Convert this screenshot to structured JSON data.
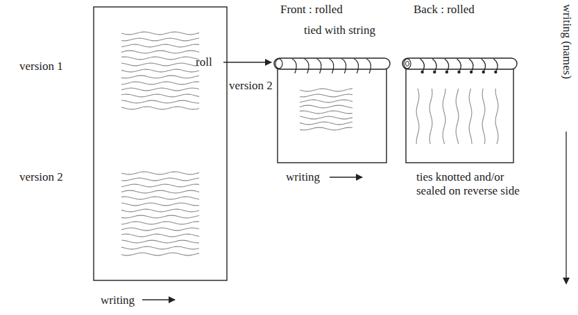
{
  "diagram": {
    "labels": [
      "version 1",
      "version 2",
      "writing",
      "Front : rolled",
      "tied with string",
      "roll",
      "version 2",
      "writing",
      "Back : rolled",
      "ties knotted and/or sealed on reverse side",
      "writing (names)"
    ]
  }
}
